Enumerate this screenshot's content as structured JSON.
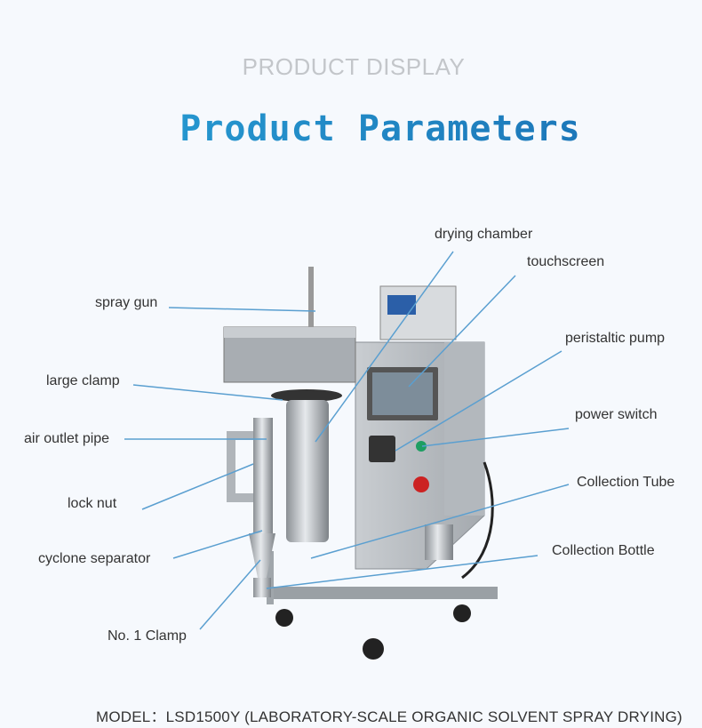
{
  "header": {
    "subtitle": "PRODUCT DISPLAY",
    "title": "Product Parameters"
  },
  "labels": {
    "drying_chamber": "drying chamber",
    "touchscreen": "touchscreen",
    "peristaltic_pump": "peristaltic pump",
    "power_switch": "power switch",
    "collection_tube": "Collection Tube",
    "collection_bottle": "Collection Bottle",
    "spray_gun": "spray gun",
    "large_clamp": "large clamp",
    "air_outlet_pipe": "air outlet pipe",
    "lock_nut": "lock nut",
    "cyclone_separator": "cyclone separator",
    "no1_clamp": "No. 1 Clamp"
  },
  "footer": {
    "model": "MODEL：LSD1500Y (LABORATORY-SCALE ORGANIC SOLVENT SPRAY DRYING)"
  },
  "colors": {
    "leader_line": "#5a9fd0",
    "title_start": "#29a3d8",
    "title_end": "#1a6fb3"
  }
}
